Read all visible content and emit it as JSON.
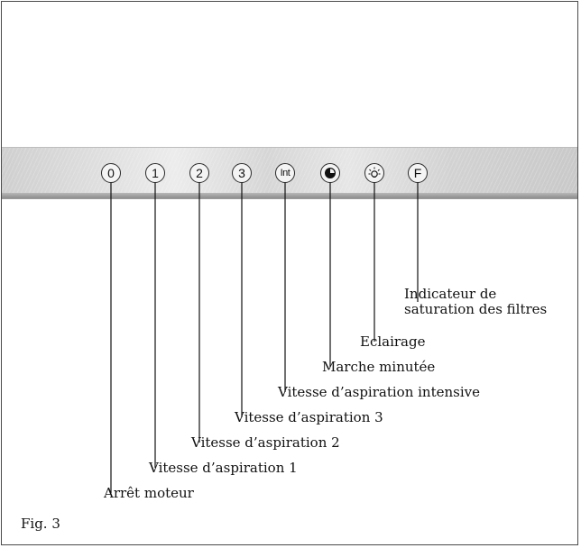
{
  "control_panel": {
    "buttons": [
      {
        "id": "0",
        "text": "0"
      },
      {
        "id": "1",
        "text": "1"
      },
      {
        "id": "2",
        "text": "2"
      },
      {
        "id": "3",
        "text": "3"
      },
      {
        "id": "int",
        "text": "Int"
      },
      {
        "id": "timer",
        "icon": "timer-icon"
      },
      {
        "id": "light",
        "icon": "light-icon"
      },
      {
        "id": "f",
        "text": "F"
      }
    ]
  },
  "labels": {
    "arret_moteur": "Arrêt moteur",
    "vitesse_1": "Vitesse d’aspiration 1",
    "vitesse_2": "Vitesse d’aspiration 2",
    "vitesse_3": "Vitesse d’aspiration 3",
    "vitesse_intensive": "Vitesse d’aspiration intensive",
    "marche_minutee": "Marche minutée",
    "eclairage": "Eclairage",
    "indicateur_line1": "Indicateur de",
    "indicateur_line2": "saturation des filtres"
  },
  "caption": "Fig. 3"
}
